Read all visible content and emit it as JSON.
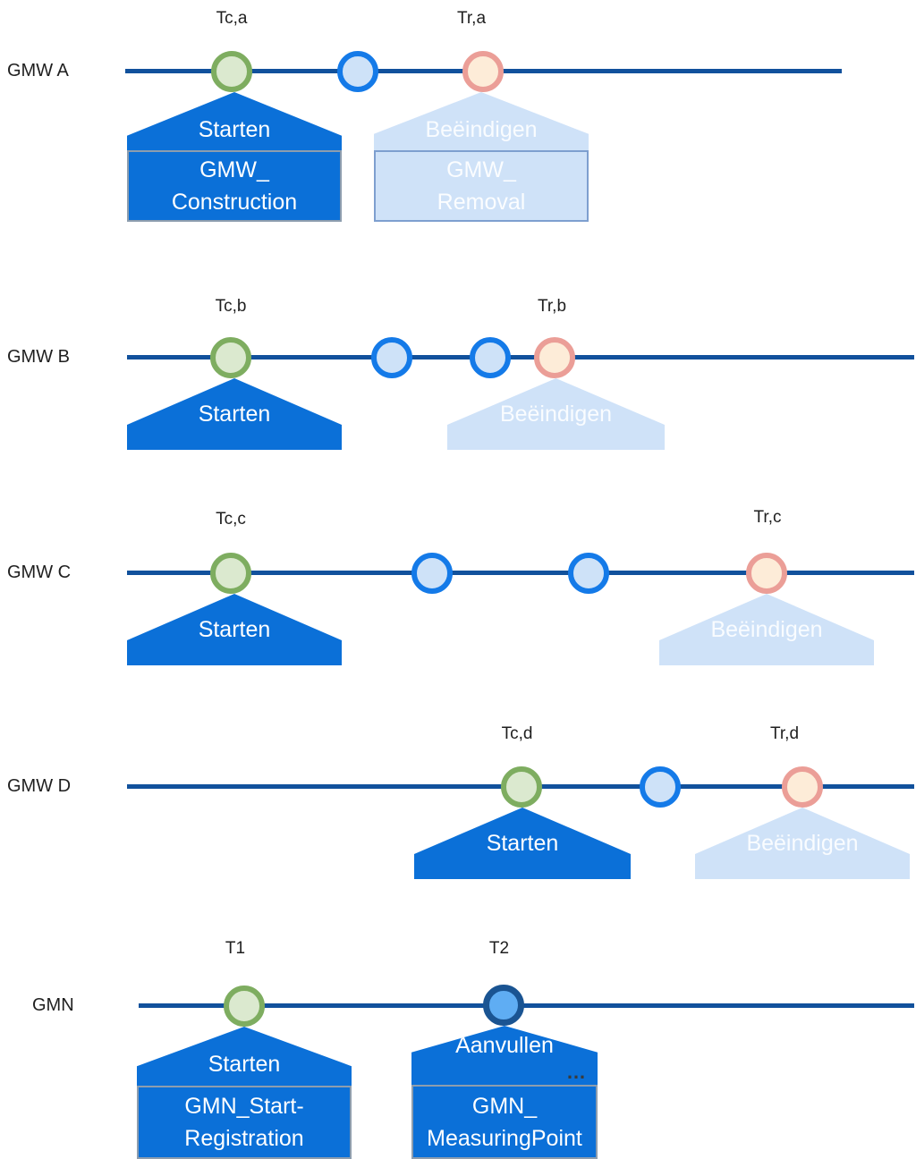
{
  "colors": {
    "timeline": "#11519c",
    "action_blue": "#0b70d8",
    "action_blue_faded": "#cfe2f8",
    "doc_box_border": "#8d9dae",
    "doc_box_border_faded": "#7e9fcf",
    "marker_green_border": "#7ead60",
    "marker_green_fill": "#dbe9cf",
    "marker_blue_border": "#147ae8",
    "marker_blue_fill": "#cee2f8",
    "marker_pink_border": "#eb9e97",
    "marker_pink_fill": "#fdecd8",
    "marker_navy_border": "#1a5492",
    "marker_navy_fill": "#5fadf3",
    "text": "#1f1f1f"
  },
  "rows": {
    "gmw_a": {
      "label": "GMW A",
      "markers": [
        {
          "kind": "construction-start-marker",
          "color": "green",
          "time_label": "Tc,a"
        },
        {
          "kind": "intermediate-event-marker",
          "color": "blue"
        },
        {
          "kind": "removal-marker",
          "color": "pink",
          "time_label": "Tr,a"
        }
      ],
      "callouts": {
        "starten": "Starten",
        "construction_doc": {
          "line1": "GMW_",
          "line2": "Construction"
        },
        "beeindigen": "Beëindigen",
        "removal_doc": {
          "line1": "GMW_",
          "line2": "Removal"
        }
      }
    },
    "gmw_b": {
      "label": "GMW B",
      "markers": [
        {
          "kind": "construction-start-marker",
          "color": "green",
          "time_label": "Tc,b"
        },
        {
          "kind": "intermediate-event-marker",
          "color": "blue"
        },
        {
          "kind": "intermediate-event-marker",
          "color": "blue"
        },
        {
          "kind": "removal-marker",
          "color": "pink",
          "time_label": "Tr,b"
        }
      ],
      "callouts": {
        "starten": "Starten",
        "beeindigen": "Beëindigen"
      }
    },
    "gmw_c": {
      "label": "GMW C",
      "markers": [
        {
          "kind": "construction-start-marker",
          "color": "green",
          "time_label": "Tc,c"
        },
        {
          "kind": "intermediate-event-marker",
          "color": "blue"
        },
        {
          "kind": "intermediate-event-marker",
          "color": "blue"
        },
        {
          "kind": "removal-marker",
          "color": "pink",
          "time_label": "Tr,c"
        }
      ],
      "callouts": {
        "starten": "Starten",
        "beeindigen": "Beëindigen"
      }
    },
    "gmw_d": {
      "label": "GMW D",
      "markers": [
        {
          "kind": "construction-start-marker",
          "color": "green",
          "time_label": "Tc,d"
        },
        {
          "kind": "intermediate-event-marker",
          "color": "blue"
        },
        {
          "kind": "removal-marker",
          "color": "pink",
          "time_label": "Tr,d"
        }
      ],
      "callouts": {
        "starten": "Starten",
        "beeindigen": "Beëindigen"
      }
    },
    "gmn": {
      "label": "GMN",
      "markers": [
        {
          "kind": "start-registration-marker",
          "color": "green",
          "time_label": "T1"
        },
        {
          "kind": "measuringpoint-event-marker",
          "color": "navy",
          "time_label": "T2"
        }
      ],
      "callouts": {
        "starten": "Starten",
        "start_doc": {
          "line1": "GMN_Start-",
          "line2": "Registration"
        },
        "aanvullen": "Aanvullen",
        "aanvullen_more": "…",
        "measuringpoint_doc": {
          "line1": "GMN_",
          "line2": "MeasuringPoint"
        }
      }
    }
  }
}
